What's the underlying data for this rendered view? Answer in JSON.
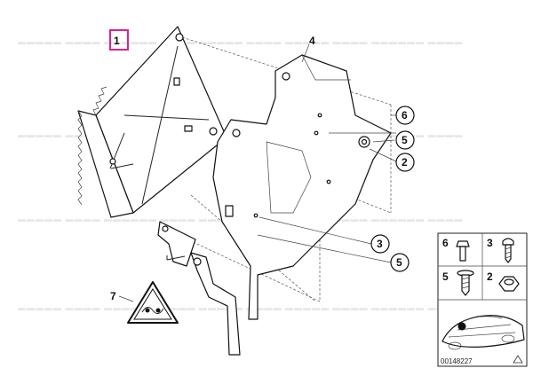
{
  "callouts": {
    "c1": "1",
    "c2": "2",
    "c3": "3",
    "c4": "4",
    "c5a": "5",
    "c5b": "5",
    "c6": "6",
    "c7": "7"
  },
  "legend": {
    "cells": [
      {
        "label": "6",
        "icon": "bolt-icon"
      },
      {
        "label": "3",
        "icon": "screw-icon"
      },
      {
        "label": "5",
        "icon": "self-tapping-screw-icon"
      },
      {
        "label": "2",
        "icon": "nut-icon"
      }
    ],
    "car_icon": "car-location-icon"
  },
  "ref_number": "00148227",
  "accent_color": "#e0218a"
}
